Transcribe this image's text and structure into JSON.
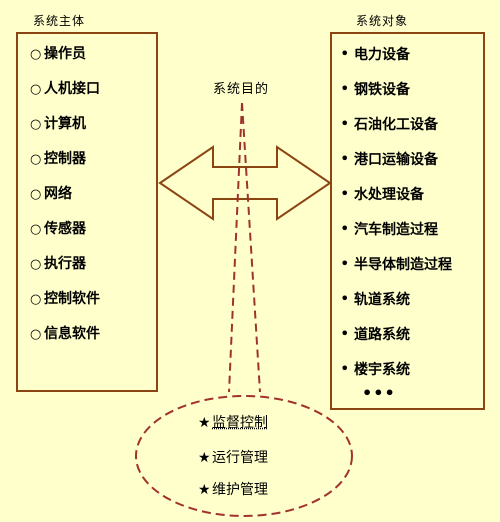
{
  "left_heading": "系统主体",
  "right_heading": "系统对象",
  "center_label": "系统目的",
  "left_items": [
    "操作员",
    "人机接口",
    "计算机",
    "控制器",
    "网络",
    "传感器",
    "执行器",
    "控制软件",
    "信息软件"
  ],
  "right_items": [
    "电力设备",
    "钢铁设备",
    "石油化工设备",
    "港口运输设备",
    "水处理设备",
    "汽车制造过程",
    "半导体制造过程",
    "轨道系统",
    "道路系统",
    "楼宇系统"
  ],
  "right_ellipsis": "•••",
  "left_marker": "○",
  "right_marker": "•",
  "goal_marker": "★",
  "goal_items": [
    "监督控制",
    "运行管理",
    "维护管理"
  ],
  "colors": {
    "background": "#FFFFCC",
    "stroke": "#8B4513",
    "dashed": "#A0322D"
  }
}
